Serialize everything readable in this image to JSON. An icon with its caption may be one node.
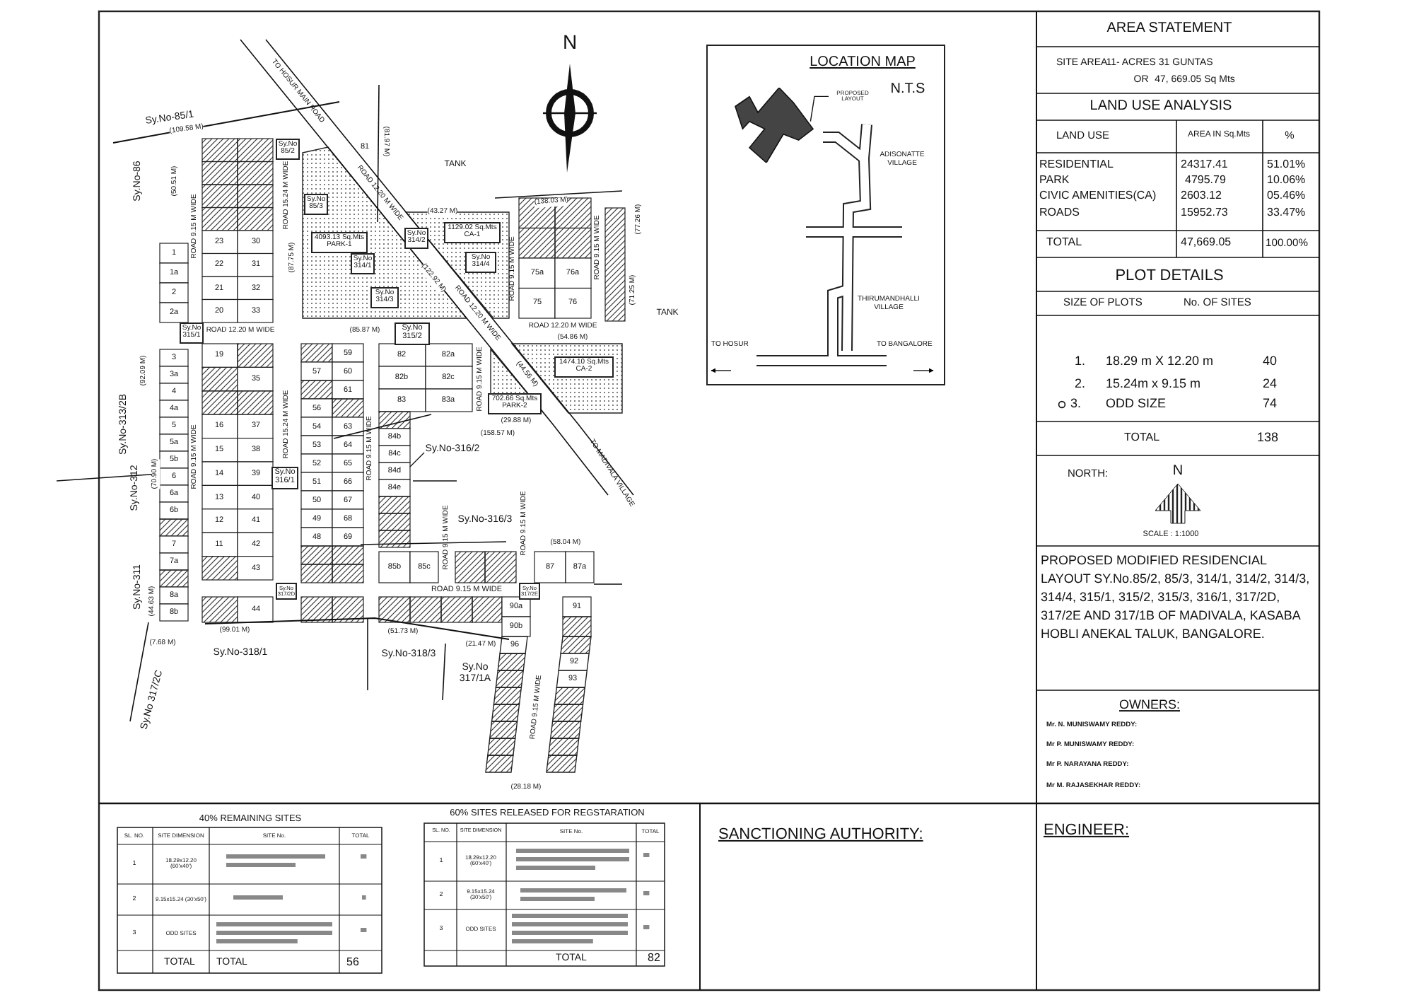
{
  "diagram": {
    "nodes": [
      {
        "text": [
          "Sy.No 85/2"
        ]
      },
      {
        "text": [
          "Sy.No 85/3"
        ]
      },
      {
        "text": [
          "4093.13 Sq.Mts PARK-1"
        ]
      },
      {
        "text": [
          "Sy.No 314/1"
        ]
      },
      {
        "text": [
          "Sy.No 314/2"
        ]
      },
      {
        "text": [
          "1129.02 Sq.Mts CA-1"
        ]
      },
      {
        "text": [
          "Sy.No 314/4"
        ]
      },
      {
        "text": [
          "Sy.No 314/3"
        ]
      },
      {
        "text": [
          "Sy.No 315/1"
        ]
      },
      {
        "text": [
          "Sy.No 315/2"
        ]
      },
      {
        "text": [
          "1474.10 Sq.Mts CA-2"
        ]
      },
      {
        "text": [
          "702.66 Sq.Mts PARK-2"
        ]
      },
      {
        "text": [
          "Sy.No 316/1"
        ]
      },
      {
        "text": [
          "Sy.No 317/2D"
        ]
      },
      {
        "text": [
          "Sy.No 317/2E"
        ]
      },
      {
        "text": [
          "PROPOSED LAYOUT"
        ]
      },
      {
        "text": [],
        "shape": "polygon"
      }
    ],
    "edges": [
      {
        "from": 15,
        "to": 16,
        "arrow": "none"
      }
    ],
    "labels": [
      "N",
      "TO HOSUR MAIN ROAD",
      "Sy.No-85/1",
      "(109.58 M)",
      "81",
      "(81.97 M)",
      "TANK",
      "Sy.No-86",
      "(50.51 M)",
      "ROAD 9.15 M WIDE",
      "ROAD 15.24 M WIDE",
      "(87.75 M)",
      "ROAD 12.20 M WIDE",
      "(43.27 M)",
      "(138.03 M)",
      "(122.92 M)",
      "ROAD 9.15 M WIDE",
      "ROAD 9.15 M WIDE",
      "(77.26 M)",
      "(71.25 M)",
      "TANK",
      "75a",
      "76a",
      "75",
      "76",
      "ROAD 12.20 M WIDE",
      "(85.87 M)",
      "ROAD 12.20 M WIDE",
      "ROAD 12.20 M WIDE",
      "(54.86 M)",
      "ROAD 9.15 M WIDE",
      "(44.56 M)",
      "Sy.No-313/2B",
      "(92.09 M)",
      "(29.88 M)",
      "(158.57 M)",
      "TO MADIVALA VILLAGE",
      "Sy.No-316/2",
      "Sy.No-312",
      "(70.90 M)",
      "ROAD 9.15 M WIDE",
      "ROAD 15.24 M WIDE",
      "ROAD 9.15 M WIDE",
      "Sy.No-316/3",
      "ROAD 9.15 M WIDE",
      "ROAD 9.15 M WIDE",
      "(58.04 M)",
      "ROAD 9.15 M WIDE",
      "Sy.No-311",
      "(44.63 M)",
      "(99.01 M)",
      "(51.73 M)",
      "(21.47 M)",
      "Sy.No-318/1",
      "Sy.No-318/3",
      "Sy.No 317/1A",
      "(7.68 M)",
      "Sy.No 317/2C",
      "ROAD 9.15 M WIDE",
      "(28.18 M)",
      "1",
      "1a",
      "2",
      "2a",
      "3",
      "3a",
      "4",
      "4a",
      "5",
      "5a",
      "5b",
      "6",
      "6a",
      "6b",
      "7",
      "7a",
      "8a",
      "8b",
      "23",
      "30",
      "22",
      "31",
      "21",
      "32",
      "20",
      "33",
      "19",
      "35",
      "16",
      "37",
      "15",
      "38",
      "14",
      "39",
      "13",
      "40",
      "12",
      "41",
      "11",
      "42",
      "43",
      "44",
      "59",
      "57",
      "60",
      "61",
      "56",
      "54",
      "63",
      "53",
      "64",
      "52",
      "65",
      "51",
      "66",
      "50",
      "67",
      "49",
      "68",
      "48",
      "69",
      "82",
      "82a",
      "82b",
      "82c",
      "83",
      "83a",
      "84b",
      "84c",
      "84d",
      "84e",
      "85b",
      "85c",
      "87",
      "87a",
      "90a",
      "90b",
      "96",
      "91",
      "92",
      "93",
      "AREA STATEMENT",
      "SITE AREA",
      "11- ACRES 31 GUNTAS",
      "OR",
      "47, 669.05 Sq Mts",
      "LAND USE ANALYSIS",
      "LAND USE",
      "AREA IN Sq.Mts",
      "%",
      "RESIDENTIAL",
      "24317.41",
      "51.01%",
      "PARK",
      "4795.79",
      "10.06%",
      "CIVIC AMENITIES(CA)",
      "2603.12",
      "05.46%",
      "ROADS",
      "15952.73",
      "33.47%",
      "TOTAL",
      "47,669.05",
      "100.00%",
      "PLOT DETAILS",
      "SIZE OF PLOTS",
      "No. OF SITES",
      "1.",
      "18.29 m X 12.20 m",
      "40",
      "2.",
      "15.24m x 9.15 m",
      "24",
      "3.",
      "ODD SIZE",
      "74",
      "TOTAL",
      "138",
      "NORTH:",
      "N",
      "SCALE : 1:1000",
      "PROPOSED MODIFIED RESIDENCIAL LAYOUT SY.No.85/2, 85/3, 314/1, 314/2, 314/3, 314/4, 315/1, 315/2, 315/3, 316/1, 317/2D, 317/2E AND 317/1B OF MADIVALA, KASABA HOBLI ANEKAL TALUK, BANGALORE.",
      "OWNERS:",
      "Mr. N. MUNISWAMY REDDY:",
      "Mr P. MUNISWAMY REDDY:",
      "Mr P. NARAYANA REDDY:",
      "Mr M. RAJASEKHAR REDDY:",
      "40% REMAINING SITES",
      "SL. NO.",
      "SITE DIMENSION",
      "SITE No.",
      "TOTAL",
      "1",
      "18.29x12.20 (60'x40')",
      "2",
      "9.15x15.24 (30'x50')",
      "3",
      "ODD SITES",
      "TOTAL",
      "TOTAL",
      "56",
      "60% SITES RELEASED FOR REGSTARATION",
      "SL. NO.",
      "SITE DIMENSION",
      "SITE No.",
      "TOTAL",
      "1",
      "18.29x12.20 (60'x40')",
      "2",
      "9.15x15.24 (30'x50')",
      "3",
      "ODD SITES",
      "TOTAL",
      "82",
      "SANCTIONING AUTHORITY:",
      "ENGINEER:",
      "LOCATION MAP",
      "N.T.S",
      "ADISONATTE VILLAGE",
      "THIRUMANDHALLI VILLAGE",
      "TO HOSUR",
      "TO BANGALORE"
    ]
  }
}
